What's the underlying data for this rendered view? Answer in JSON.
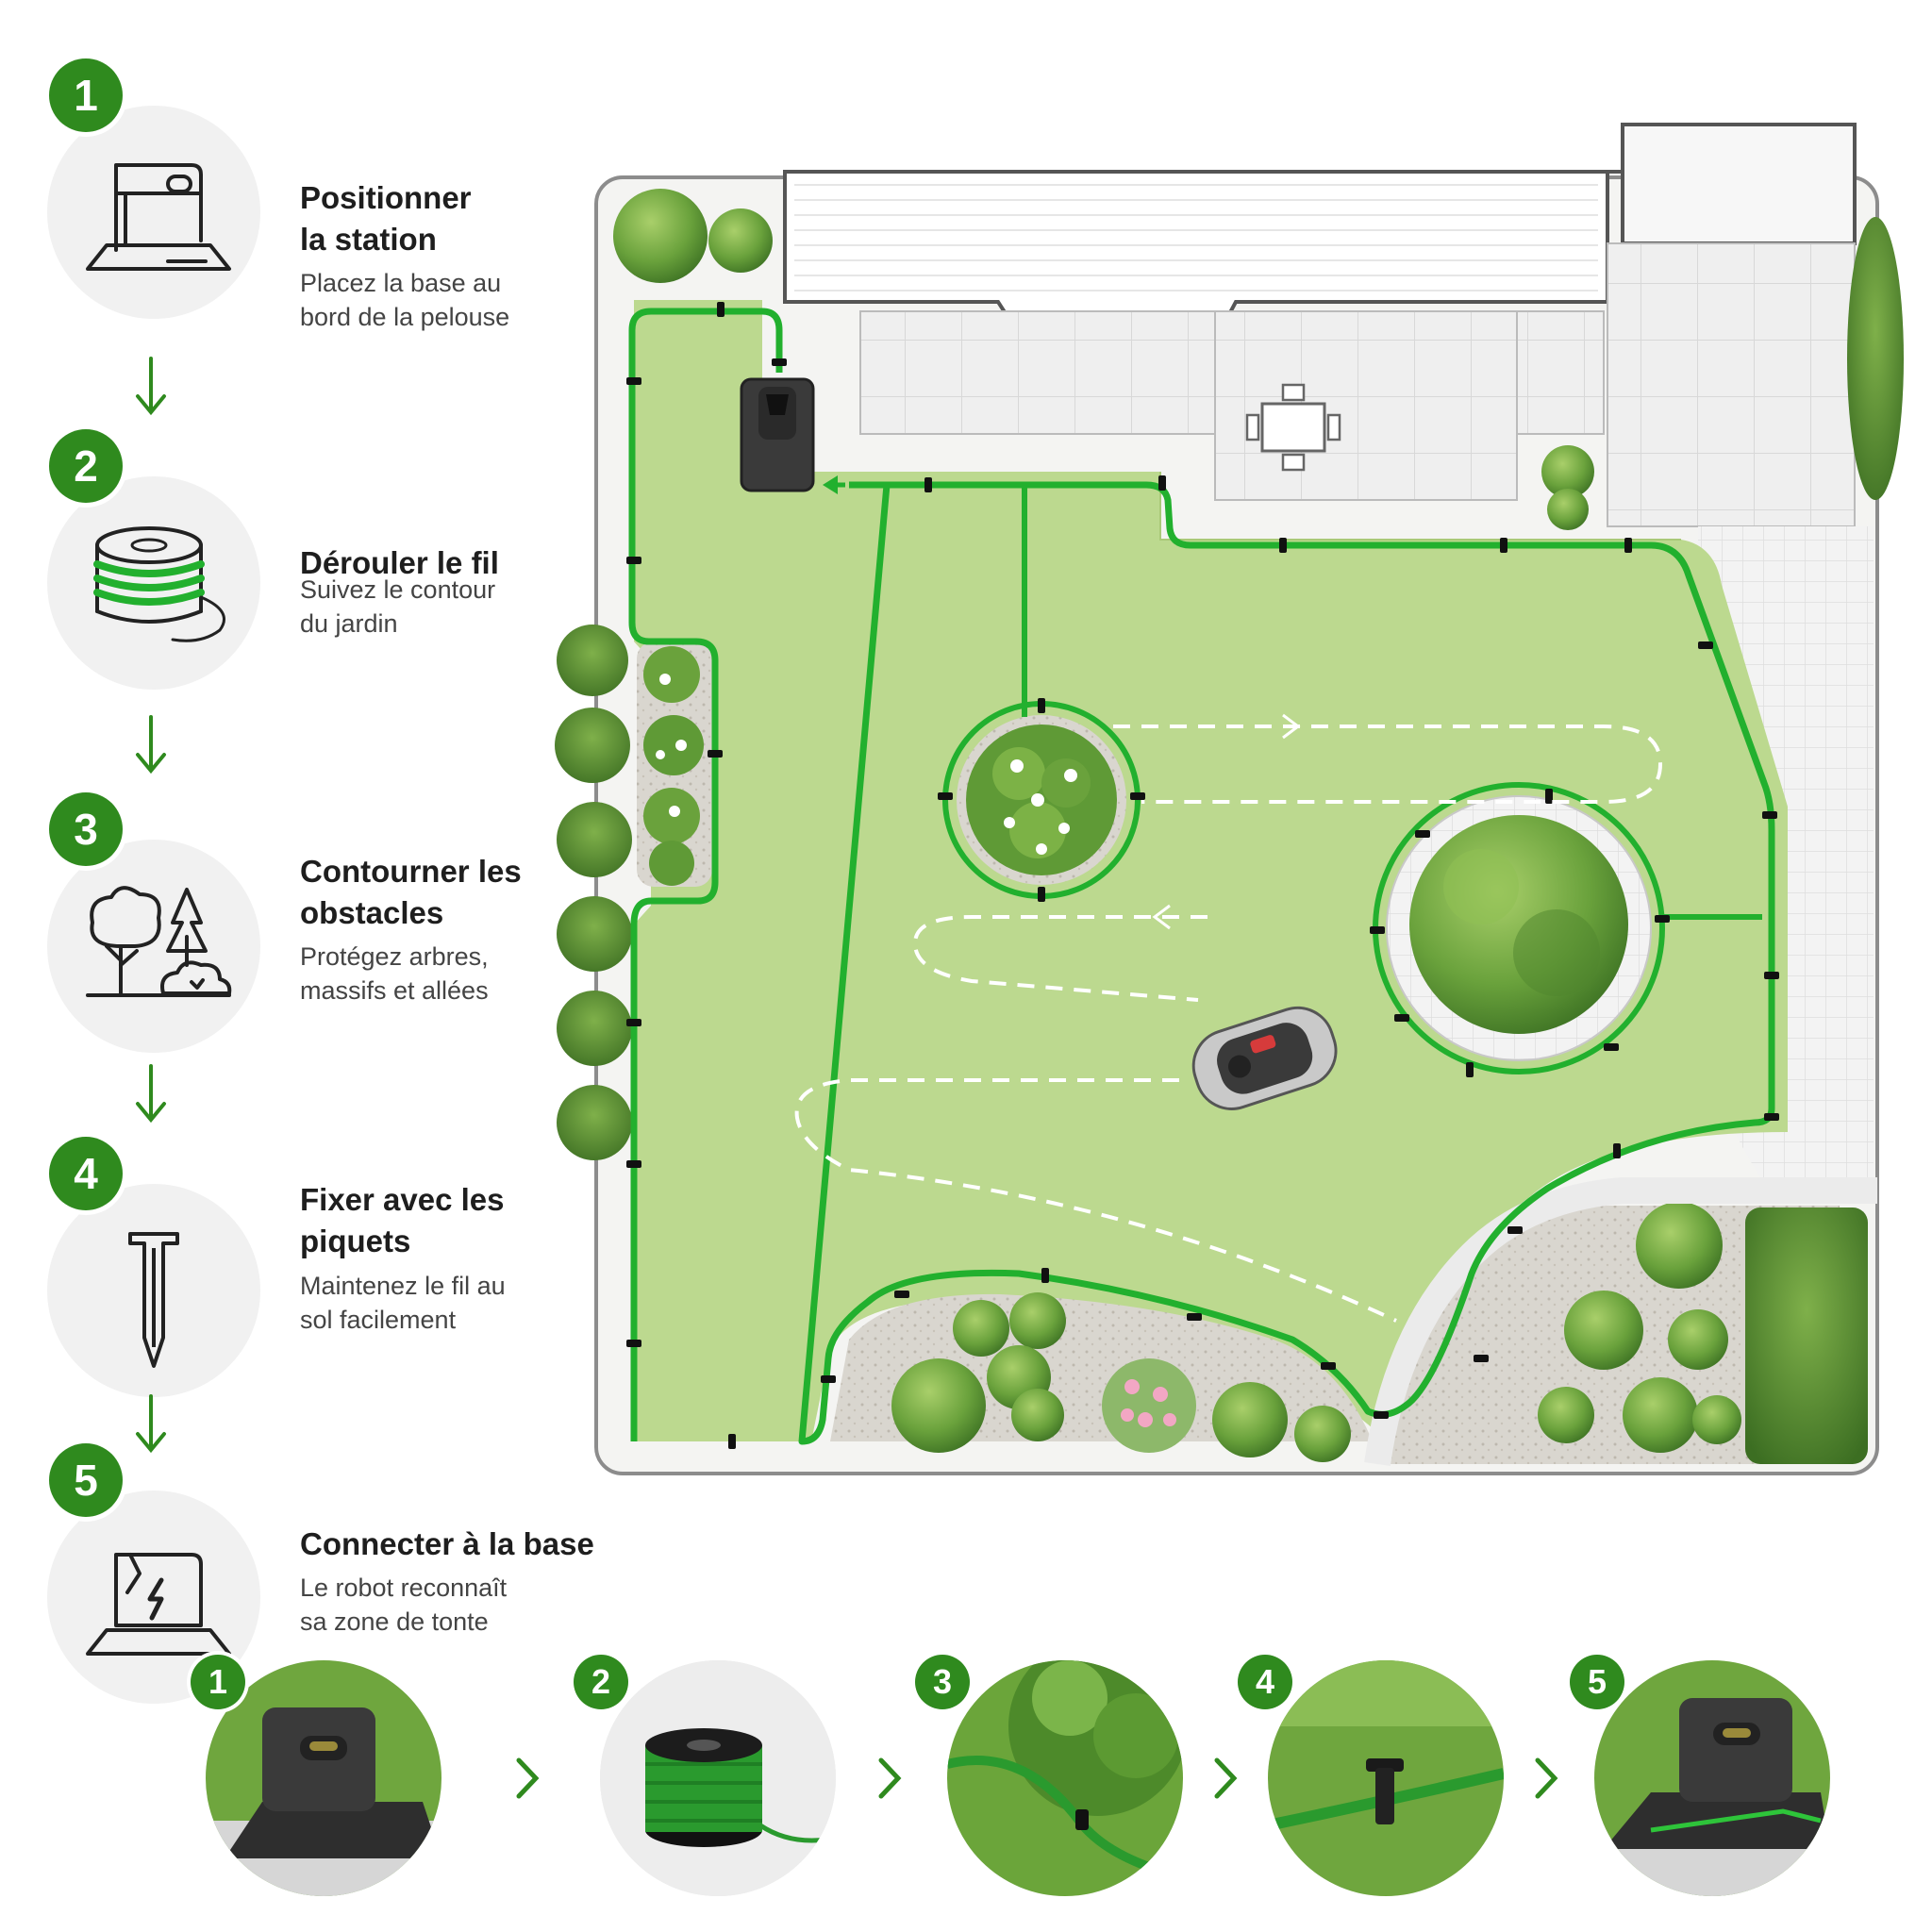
{
  "steps": [
    {
      "num": "1",
      "title_line1": "Positionner",
      "title_line2": "la station",
      "desc_line1": "Placez la base au",
      "desc_line2": "bord de la pelouse",
      "icon": "charging-station-icon"
    },
    {
      "num": "2",
      "title_line1": "Dérouler le fil",
      "title_line2": "",
      "desc_line1": "Suivez le contour",
      "desc_line2": "du jardin",
      "icon": "wire-spool-icon"
    },
    {
      "num": "3",
      "title_line1": "Contourner les",
      "title_line2": "obstacles",
      "desc_line1": "Protégez arbres,",
      "desc_line2": "massifs et allées",
      "icon": "trees-icon"
    },
    {
      "num": "4",
      "title_line1": "Fixer avec les",
      "title_line2": "piquets",
      "desc_line1": "Maintenez le fil au",
      "desc_line2": "sol facilement",
      "icon": "peg-icon"
    },
    {
      "num": "5",
      "title_line1": "Connecter à la base",
      "title_line2": "",
      "desc_line1": "Le robot reconnaît",
      "desc_line2": "sa zone de tonte",
      "icon": "base-power-icon"
    }
  ],
  "photos": [
    {
      "num": "1",
      "subject": "charging-station-photo"
    },
    {
      "num": "2",
      "subject": "wire-spool-photo"
    },
    {
      "num": "3",
      "subject": "wire-around-bush-photo"
    },
    {
      "num": "4",
      "subject": "peg-in-grass-photo"
    },
    {
      "num": "5",
      "subject": "station-connected-photo"
    }
  ],
  "colors": {
    "accent_green": "#2f8a1e",
    "wire_green": "#22b02e",
    "lawn": "#bcd98f",
    "paving": "#ececec",
    "bush": "#5f9a36"
  }
}
